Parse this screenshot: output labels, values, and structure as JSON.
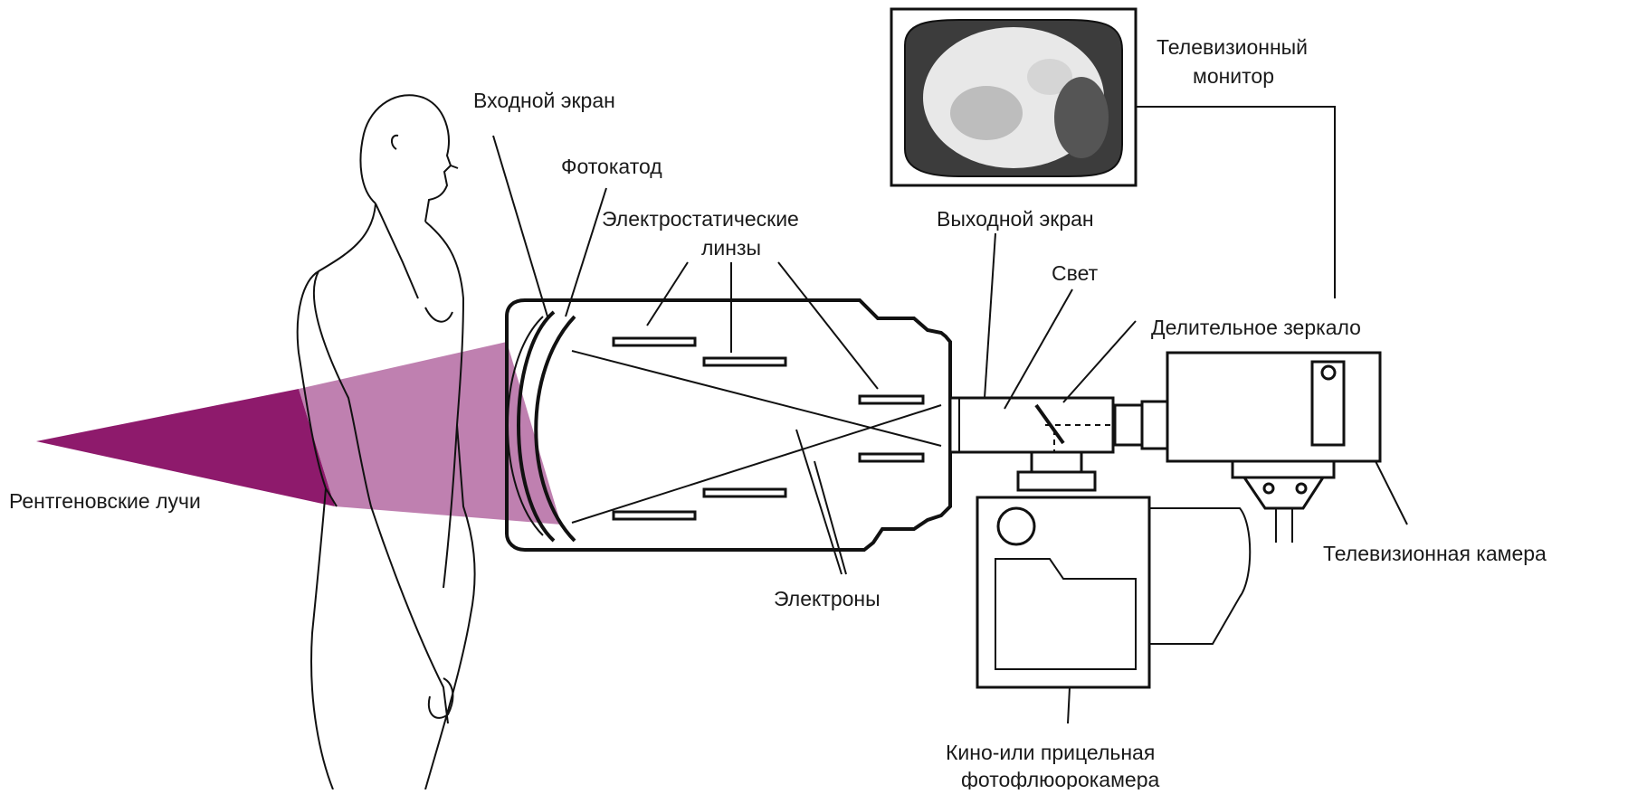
{
  "labels": {
    "input_screen": "Входной экран",
    "photocathode": "Фотокатод",
    "electrostatic_lenses_line1": "Электростатические",
    "electrostatic_lenses_line2": "линзы",
    "output_screen": "Выходной экран",
    "light": "Свет",
    "tv_monitor_line1": "Телевизионный",
    "tv_monitor_line2": "монитор",
    "beam_splitter": "Делительное зеркало",
    "tv_camera": "Телевизионная камера",
    "xrays": "Рентгеновские лучи",
    "electrons": "Электроны",
    "cine_camera_line1": "Кино-или прицельная",
    "cine_camera_line2": "фотофлюорокамера"
  },
  "colors": {
    "xray_beam": "#8e1a6c",
    "xray_beam_light": "#b46aa2",
    "ink": "#111111",
    "background": "#ffffff"
  },
  "icons": {
    "person": "human-silhouette-icon",
    "tv": "tv-monitor-icon",
    "camera": "tv-camera-icon",
    "film_camera": "film-camera-icon"
  }
}
